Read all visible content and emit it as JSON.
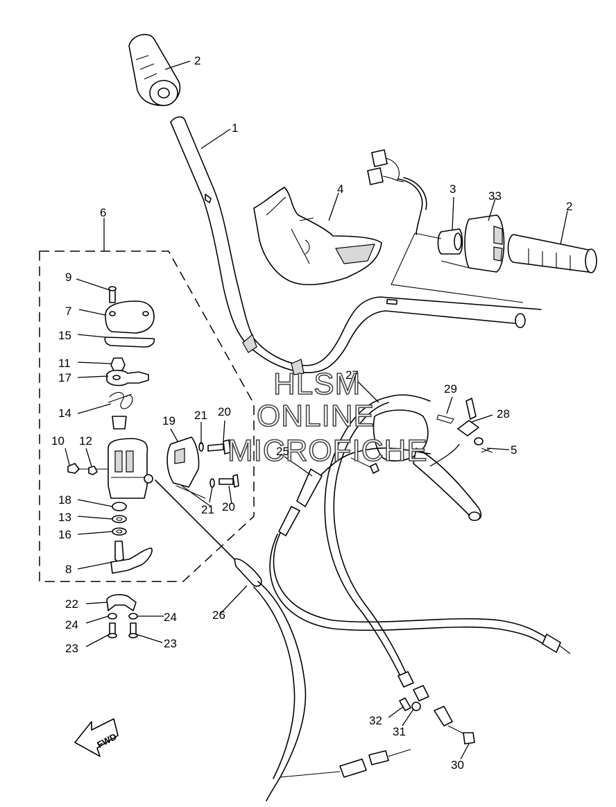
{
  "watermark": {
    "line1": "HLSM",
    "line2": "ONLINE",
    "line3": "MICROFICHE"
  },
  "fwd_label": "FWD",
  "callouts": {
    "c1": "1",
    "c2a": "2",
    "c2b": "2",
    "c3": "3",
    "c4": "4",
    "c5": "5",
    "c6": "6",
    "c7": "7",
    "c8": "8",
    "c9": "9",
    "c10": "10",
    "c11": "11",
    "c12": "12",
    "c13": "13",
    "c14": "14",
    "c15": "15",
    "c16": "16",
    "c17": "17",
    "c18": "18",
    "c19": "19",
    "c20a": "20",
    "c20b": "20",
    "c21a": "21",
    "c21b": "21",
    "c22": "22",
    "c23a": "23",
    "c23b": "23",
    "c24a": "24",
    "c24b": "24",
    "c25": "25",
    "c26": "26",
    "c27": "27",
    "c28": "28",
    "c29": "29",
    "c30": "30",
    "c31": "31",
    "c32": "32",
    "c33": "33"
  }
}
